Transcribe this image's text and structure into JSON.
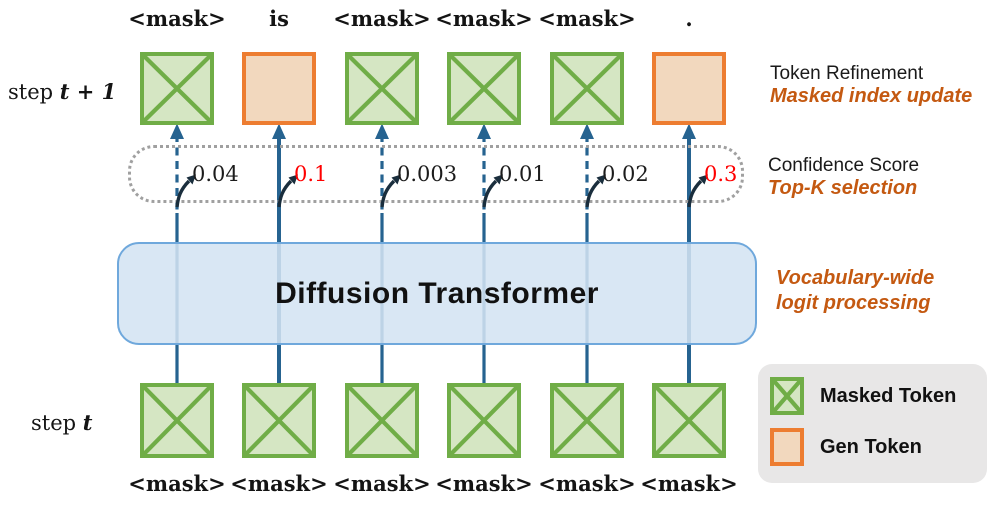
{
  "step_labels": {
    "top": {
      "word": "step ",
      "math": "t + 1"
    },
    "bottom": {
      "word": "step ",
      "math": "t"
    }
  },
  "transformer_label": "Diffusion Transformer",
  "columns": [
    {
      "top_label": "<mask>",
      "top_type": "masked",
      "confidence": "0.04",
      "highlight": false,
      "bottom_label": "<mask>"
    },
    {
      "top_label": "is",
      "top_type": "gen",
      "confidence": "0.1",
      "highlight": true,
      "bottom_label": "<mask>"
    },
    {
      "top_label": "<mask>",
      "top_type": "masked",
      "confidence": "0.003",
      "highlight": false,
      "bottom_label": "<mask>"
    },
    {
      "top_label": "<mask>",
      "top_type": "masked",
      "confidence": "0.01",
      "highlight": false,
      "bottom_label": "<mask>"
    },
    {
      "top_label": "<mask>",
      "top_type": "masked",
      "confidence": "0.02",
      "highlight": false,
      "bottom_label": "<mask>"
    },
    {
      "top_label": ".",
      "top_type": "gen",
      "confidence": "0.3",
      "highlight": true,
      "bottom_label": "<mask>"
    }
  ],
  "annotations": {
    "refinement_title": "Token Refinement",
    "refinement_sub": "Masked index update",
    "confidence_title": "Confidence Score",
    "confidence_sub": "Top-K selection",
    "vocab_line1": "Vocabulary-wide",
    "vocab_line2": "logit processing"
  },
  "legend": {
    "items": [
      {
        "swatch": "masked",
        "label": "Masked Token"
      },
      {
        "swatch": "gen",
        "label": "Gen Token"
      }
    ]
  },
  "colors": {
    "masked_fill": "#d5e6c3",
    "masked_border": "#70ad47",
    "gen_fill": "#f2d8be",
    "gen_border": "#ed7d31",
    "arrow_blue": "#266390",
    "transformer_fill": "#d3e3f2",
    "transformer_border": "#6fa8dc",
    "accent_orange": "#c45911",
    "highlight_red": "#ff0000",
    "dotted_gray": "#a0a0a0",
    "legend_bg": "#e8e7e7",
    "branch_arrow_dark": "#1a2e3d"
  }
}
